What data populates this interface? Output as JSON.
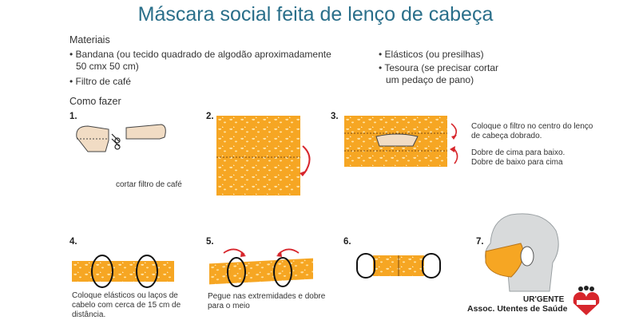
{
  "title": "Máscara social feita de lenço de cabeça",
  "materials": {
    "heading": "Materiais",
    "left_items": [
      "Bandana (ou tecido quadrado de algodão aproximadamente",
      "50 cmx 50 cm)",
      "Filtro de café"
    ],
    "right_items": [
      "Elásticos (ou presilhas)",
      "Tesoura (se precisar cortar",
      "um pedaço de pano)"
    ]
  },
  "howto": {
    "heading": "Como fazer",
    "steps": [
      {
        "num": "1.",
        "caption": [
          "cortar filtro de café"
        ]
      },
      {
        "num": "2.",
        "caption": []
      },
      {
        "num": "3.",
        "caption": [
          "Coloque o filtro no centro do lenço",
          "de cabeça dobrado.",
          "Dobre de cima para baixo.",
          "Dobre de baixo para cima"
        ]
      },
      {
        "num": "4.",
        "caption": [
          "Coloque elásticos ou laços de",
          "cabelo com cerca de 15 cm de",
          "distância."
        ]
      },
      {
        "num": "5.",
        "caption": [
          "Pegue nas extremidades e dobre",
          "para o meio"
        ]
      },
      {
        "num": "6.",
        "caption": []
      },
      {
        "num": "7.",
        "caption": []
      }
    ]
  },
  "footer": {
    "brand": "UR'GENTE",
    "org": "Assoc. Utentes de Saúde"
  },
  "colors": {
    "title": "#2a6f8a",
    "fabric": "#f6a623",
    "arrow": "#d7262c",
    "filter": "#f1dcc4"
  }
}
